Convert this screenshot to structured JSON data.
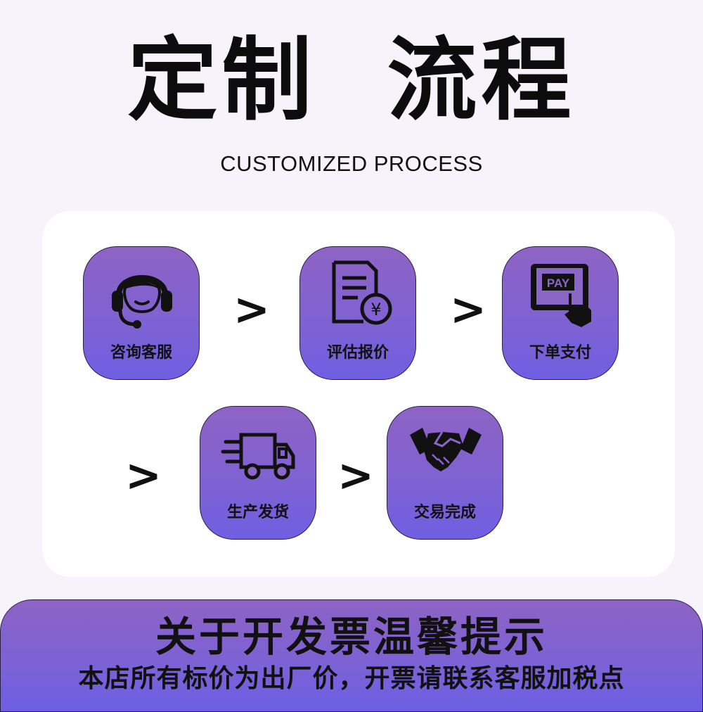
{
  "header": {
    "title": "定制  流程",
    "subtitle": "CUSTOMIZED PROCESS"
  },
  "steps": [
    {
      "label": "咨询客服",
      "icon": "customer-service-headset-icon"
    },
    {
      "label": "评估报价",
      "icon": "quote-document-yen-icon"
    },
    {
      "label": "下单支付",
      "icon": "pay-tablet-icon"
    },
    {
      "label": "生产发货",
      "icon": "delivery-truck-icon"
    },
    {
      "label": "交易完成",
      "icon": "handshake-icon"
    }
  ],
  "arrow_glyph": ">",
  "colors": {
    "card_top": "#8e63c4",
    "card_bottom": "#6f5fe2",
    "text": "#111111"
  },
  "footer": {
    "title": "关于开发票温馨提示",
    "note": "本店所有标价为出厂价，开票请联系客服加税点"
  }
}
